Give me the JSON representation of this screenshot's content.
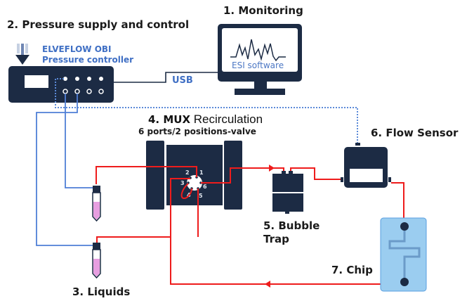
{
  "labels": {
    "monitoring": "1. Monitoring",
    "pressure": "2. Pressure supply and control",
    "controller_line1": "ELVEFLOW OBI",
    "controller_line2": "Pressure controller",
    "usb": "USB",
    "software": "ESI software",
    "mux_title_prefix": "4. MUX",
    "mux_title_suffix": "Recirculation",
    "mux_sub": "6 ports/2 positions-valve",
    "bubble_line1": "5. Bubble",
    "bubble_line2": "Trap",
    "flow_sensor": "6. Flow Sensor",
    "chip": "7. Chip",
    "liquids": "3. Liquids"
  },
  "valve_ports": [
    "1",
    "2",
    "3",
    "4",
    "5",
    "6"
  ],
  "colors": {
    "device": "#1c2b44",
    "fluid_line": "#ee1c1c",
    "pressure_line": "#4f7fd6",
    "signal_line": "#5b8ad8",
    "liquid": "#e79ee0",
    "chip": "#9bcdf0",
    "chip_border": "#5a9fe0"
  }
}
